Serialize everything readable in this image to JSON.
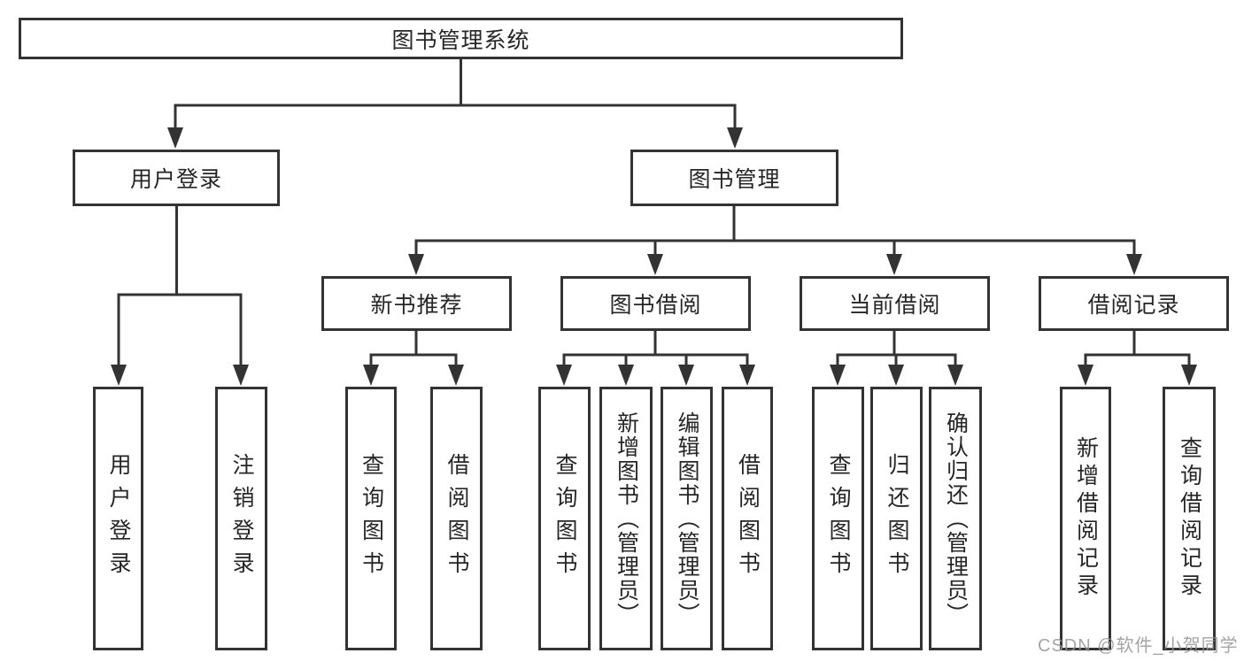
{
  "diagram": {
    "root": {
      "label": "图书管理系统"
    },
    "level2": [
      {
        "label": "用户登录"
      },
      {
        "label": "图书管理"
      }
    ],
    "level3": [
      {
        "label": "新书推荐",
        "parent": "图书管理"
      },
      {
        "label": "图书借阅",
        "parent": "图书管理"
      },
      {
        "label": "当前借阅",
        "parent": "图书管理"
      },
      {
        "label": "借阅记录",
        "parent": "图书管理"
      }
    ],
    "leaves": [
      {
        "label": "用户登录",
        "parent": "用户登录"
      },
      {
        "label": "注销登录",
        "parent": "用户登录"
      },
      {
        "label": "查询图书",
        "parent": "新书推荐"
      },
      {
        "label": "借阅图书",
        "parent": "新书推荐"
      },
      {
        "label": "查询图书",
        "parent": "图书借阅"
      },
      {
        "label": "新增图书（管理员）",
        "parent": "图书借阅"
      },
      {
        "label": "编辑图书（管理员）",
        "parent": "图书借阅"
      },
      {
        "label": "借阅图书",
        "parent": "图书借阅"
      },
      {
        "label": "查询图书",
        "parent": "当前借阅"
      },
      {
        "label": "归还图书",
        "parent": "当前借阅"
      },
      {
        "label": "确认归还（管理员）",
        "parent": "当前借阅"
      },
      {
        "label": "新增借阅记录",
        "parent": "借阅记录"
      },
      {
        "label": "查询借阅记录",
        "parent": "借阅记录"
      }
    ],
    "colors": {
      "line": "#333333",
      "text": "#262626",
      "background": "#ffffff"
    }
  },
  "watermark": {
    "text": "CSDN @软件_小贺同学",
    "color": "#949494"
  }
}
